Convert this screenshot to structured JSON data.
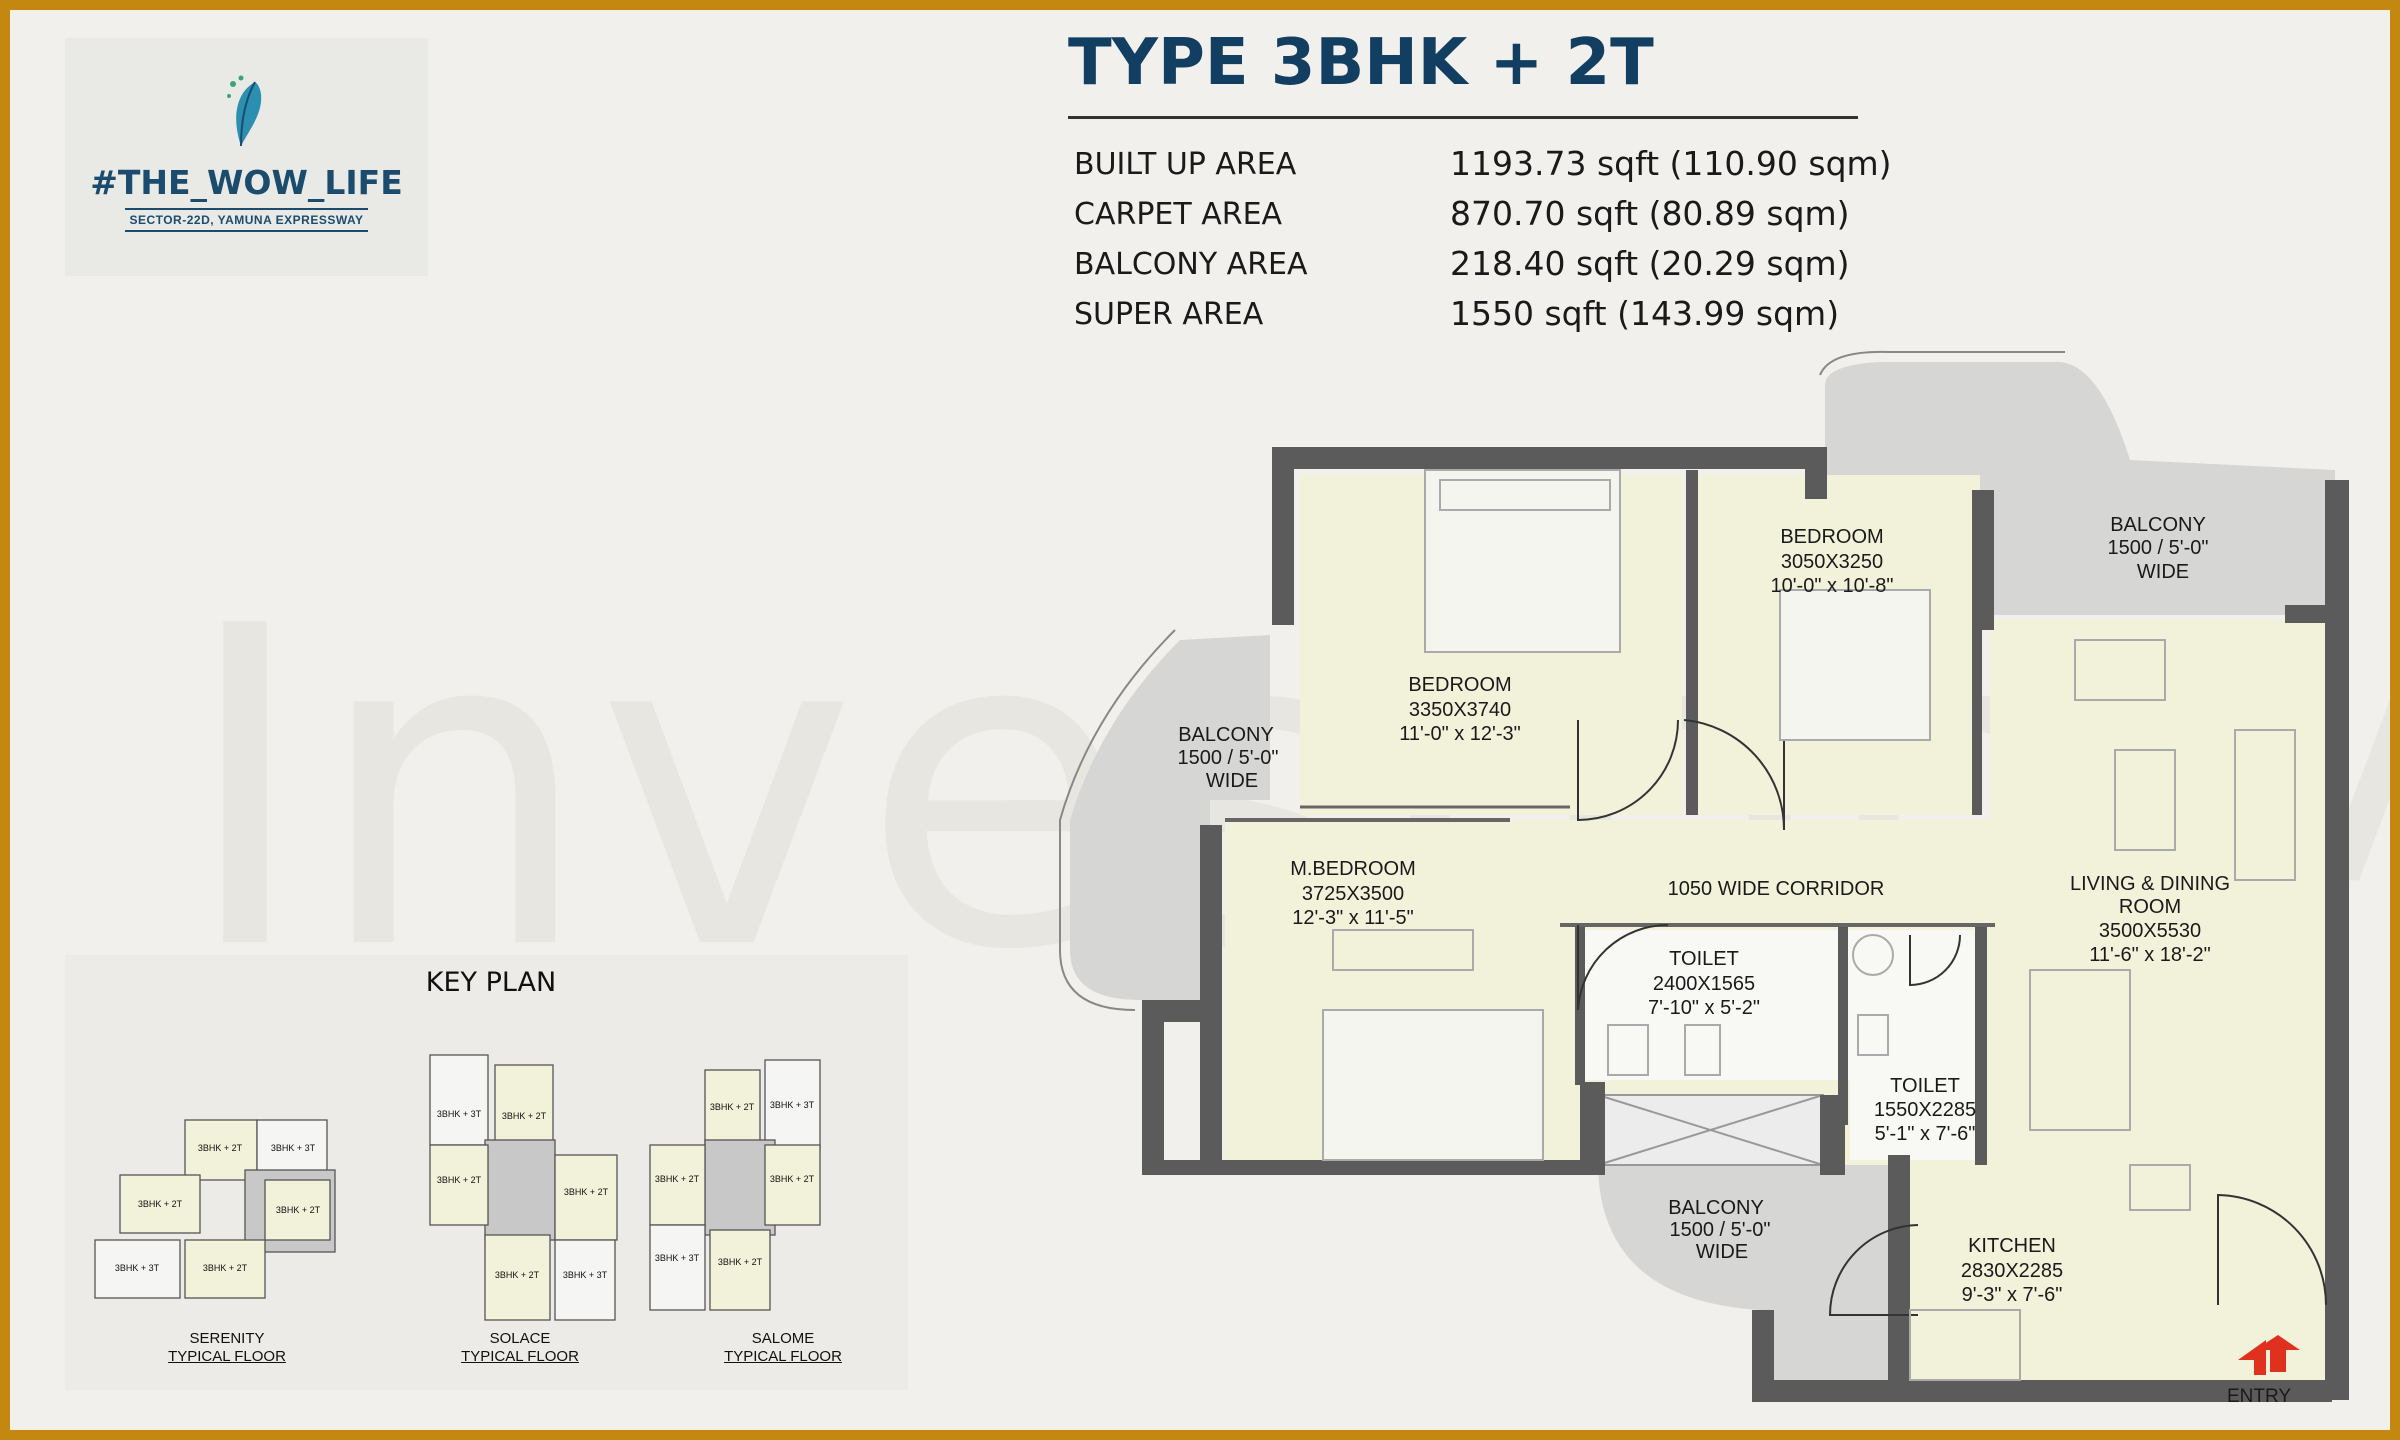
{
  "brand": {
    "name": "#THE_WOW_LIFE",
    "location": "SECTOR-22D, YAMUNA EXPRESSWAY"
  },
  "unit": {
    "title": "TYPE 3BHK + 2T",
    "areas": [
      {
        "label": "BUILT UP AREA",
        "value": "1193.73 sqft (110.90 sqm)"
      },
      {
        "label": "CARPET AREA",
        "value": "870.70 sqft (80.89 sqm)"
      },
      {
        "label": "BALCONY AREA",
        "value": "218.40 sqft (20.29 sqm)"
      },
      {
        "label": "SUPER AREA",
        "value": "1550 sqft (143.99 sqm)"
      }
    ]
  },
  "watermark": "Investor Mart",
  "plan": {
    "bedroom_top": {
      "name": "BEDROOM",
      "metric": "3050X3250",
      "imperial": "10'-0\" x 10'-8\""
    },
    "bedroom_mid": {
      "name": "BEDROOM",
      "metric": "3350X3740",
      "imperial": "11'-0\" x 12'-3\""
    },
    "master": {
      "name": "M.BEDROOM",
      "metric": "3725X3500",
      "imperial": "12'-3\" x 11'-5\""
    },
    "corridor": "1050 WIDE CORRIDOR",
    "living": {
      "name1": "LIVING & DINING",
      "name2": "ROOM",
      "metric": "3500X5530",
      "imperial": "11'-6\" x 18'-2\""
    },
    "toilet1": {
      "name": "TOILET",
      "metric": "2400X1565",
      "imperial": "7'-10\" x 5'-2\""
    },
    "toilet2": {
      "name": "TOILET",
      "metric": "1550X2285",
      "imperial": "5'-1\" x 7'-6\""
    },
    "kitchen": {
      "name": "KITCHEN",
      "metric": "2830X2285",
      "imperial": "9'-3\" x 7'-6\""
    },
    "balcony_right": {
      "name": "BALCONY",
      "size": "1500 / 5'-0\"",
      "wide": "WIDE"
    },
    "balcony_left": {
      "name": "BALCONY",
      "size": "1500 / 5'-0\"",
      "wide": "WIDE"
    },
    "balcony_bottom": {
      "name": "BALCONY",
      "size": "1500 / 5'-0\"",
      "wide": "WIDE"
    },
    "entry": "ENTRY"
  },
  "keyplan": {
    "title": "KEY PLAN",
    "floors": [
      {
        "name": "SERENITY",
        "sub": "TYPICAL FLOOR",
        "units": [
          "3BHK + 2T",
          "3BHK + 3T",
          "3BHK + 2T",
          "3BHK + 2T",
          "3BHK + 3T",
          "3BHK + 2T"
        ]
      },
      {
        "name": "SOLACE",
        "sub": "TYPICAL FLOOR",
        "units": [
          "3BHK + 3T",
          "3BHK + 2T",
          "3BHK + 2T",
          "3BHK + 2T",
          "3BHK + 2T",
          "3BHK + 3T"
        ]
      },
      {
        "name": "SALOME",
        "sub": "TYPICAL FLOOR",
        "units": [
          "3BHK + 2T",
          "3BHK + 3T",
          "3BHK + 2T",
          "3BHK + 2T",
          "3BHK + 3T",
          "3BHK + 2T"
        ]
      }
    ]
  },
  "colors": {
    "frame": "#c4870f",
    "title": "#123e62",
    "room": "#f2f1da",
    "wall": "#5b5b5b",
    "balcony": "#d6d6d4",
    "entry_arrow": "#e0301e"
  }
}
